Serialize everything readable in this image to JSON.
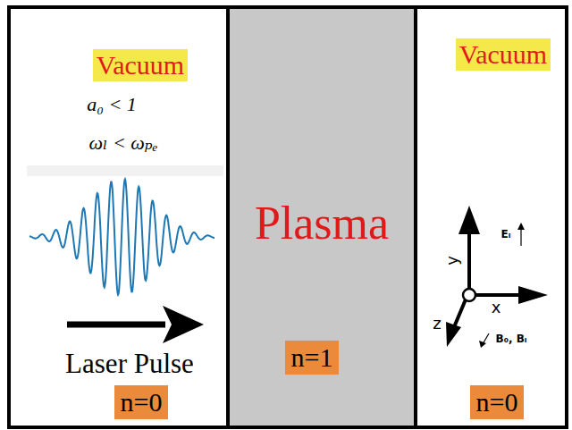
{
  "diagram": {
    "nodes": [
      {
        "text": [
          "Vacuum",
          "n=0"
        ]
      },
      {
        "text": [
          "Plasma",
          "n=1"
        ]
      },
      {
        "text": [
          "Vacuum",
          "n=0"
        ]
      }
    ],
    "labels": [
      "a₀ < 1",
      "ωₗ < ωₚₑ",
      "Laser Pulse",
      "y",
      "x",
      "z",
      "Eₗ",
      "B₀, Bₗ"
    ]
  }
}
